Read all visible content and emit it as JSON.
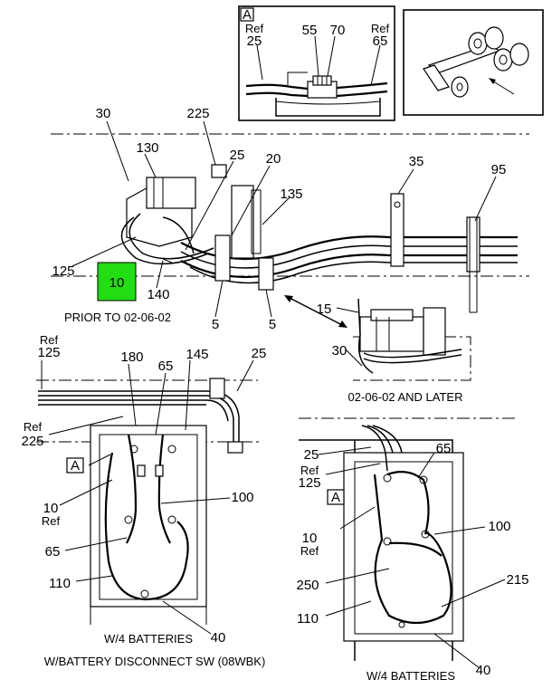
{
  "callouts": {
    "ref25_top": [
      "Ref",
      "25"
    ],
    "n55": "55",
    "n70": "70",
    "ref65_top": [
      "Ref",
      "65"
    ],
    "n30": "30",
    "n225": "225",
    "n130": "130",
    "n25": "25",
    "n20": "20",
    "n35": "35",
    "n95": "95",
    "n135": "135",
    "n125": "125",
    "n10_box": "10",
    "n140": "140",
    "n5_left": "5",
    "n5_right": "5",
    "n15": "15",
    "n30_lower": "30",
    "ref125": [
      "Ref",
      "125"
    ],
    "n180": "180",
    "n65_l": "65",
    "n145": "145",
    "n25_l": "25",
    "ref225": [
      "Ref",
      "225"
    ],
    "n10ref_l": [
      "10",
      "Ref"
    ],
    "n100_l": "100",
    "n65_l2": "65",
    "n110_l": "110",
    "n40_l": "40",
    "n25_r": "25",
    "n65_r": "65",
    "ref125_r": [
      "Ref",
      "125"
    ],
    "n10ref_r": [
      "10",
      "Ref"
    ],
    "n100_r": "100",
    "n250": "250",
    "n215": "215",
    "n110_r": "110",
    "n40_r": "40"
  },
  "detail_tags": {
    "detail_a_top": "A",
    "detail_a_left": "A",
    "detail_a_right": "A"
  },
  "captions": {
    "prior": "PRIOR TO 02-06-02",
    "later": "02-06-02 AND LATER",
    "w4_left": "W/4 BATTERIES",
    "disconnect": "W/BATTERY DISCONNECT SW (08WBK)",
    "w4_right": "W/4 BATTERIES"
  },
  "colors": {
    "highlight": "#22dd11",
    "line": "#000000",
    "background": "#ffffff"
  }
}
